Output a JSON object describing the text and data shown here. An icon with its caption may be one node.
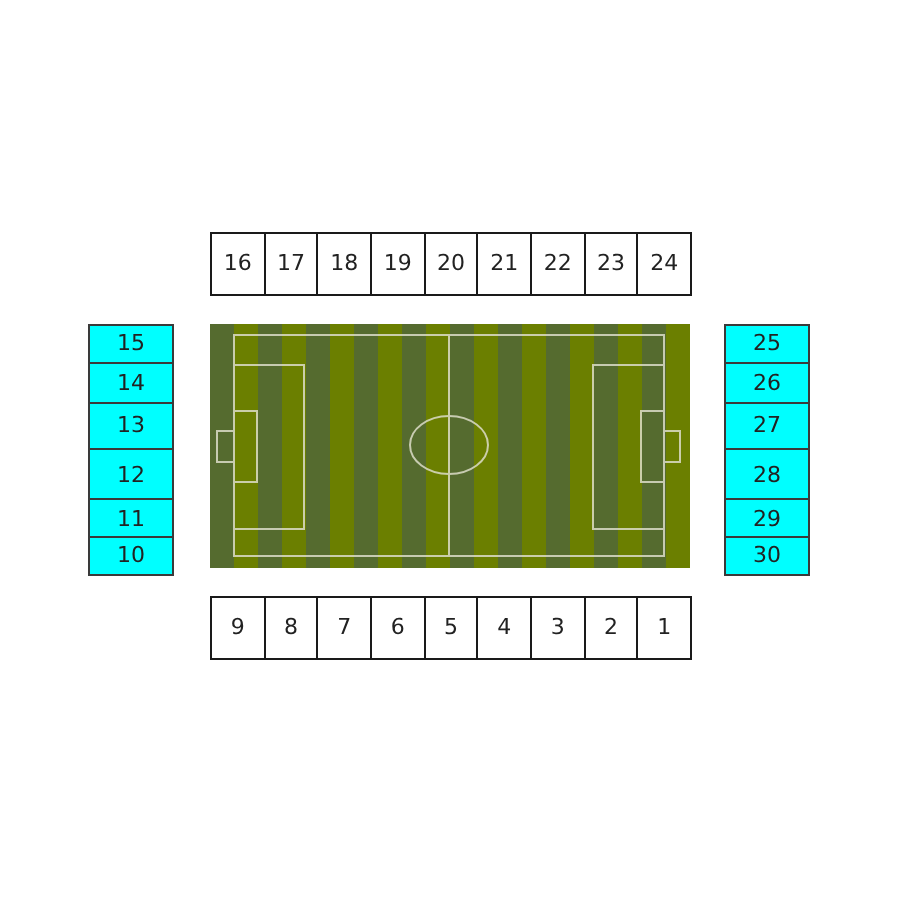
{
  "diagram": {
    "nodes": [
      {
        "text": [
          "16"
        ]
      },
      {
        "text": [
          "17"
        ]
      },
      {
        "text": [
          "18"
        ]
      },
      {
        "text": [
          "19"
        ]
      },
      {
        "text": [
          "20"
        ]
      },
      {
        "text": [
          "21"
        ]
      },
      {
        "text": [
          "22"
        ]
      },
      {
        "text": [
          "23"
        ]
      },
      {
        "text": [
          "24"
        ]
      },
      {
        "text": [
          "15"
        ]
      },
      {
        "text": [
          "14"
        ]
      },
      {
        "text": [
          "13"
        ]
      },
      {
        "text": [
          "12"
        ]
      },
      {
        "text": [
          "11"
        ]
      },
      {
        "text": [
          "10"
        ]
      },
      {
        "text": [
          "25"
        ]
      },
      {
        "text": [
          "26"
        ]
      },
      {
        "text": [
          "27"
        ]
      },
      {
        "text": [
          "28"
        ]
      },
      {
        "text": [
          "29"
        ]
      },
      {
        "text": [
          "30"
        ]
      },
      {
        "text": [
          "9"
        ]
      },
      {
        "text": [
          "8"
        ]
      },
      {
        "text": [
          "7"
        ]
      },
      {
        "text": [
          "6"
        ]
      },
      {
        "text": [
          "5"
        ]
      },
      {
        "text": [
          "4"
        ]
      },
      {
        "text": [
          "3"
        ]
      },
      {
        "text": [
          "2"
        ]
      },
      {
        "text": [
          "1"
        ]
      }
    ]
  }
}
